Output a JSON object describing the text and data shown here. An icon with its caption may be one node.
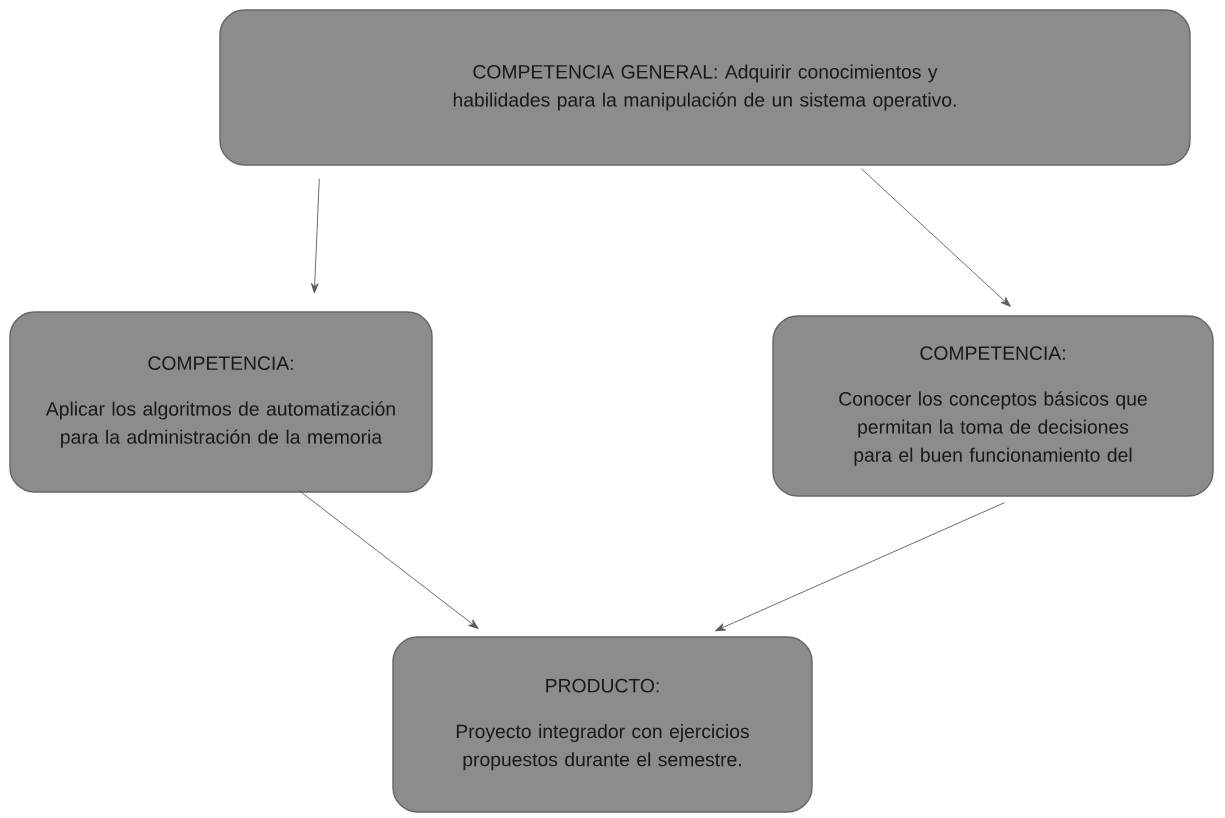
{
  "diagram": {
    "nodes": [
      {
        "text": [
          "COMPETENCIA GENERAL: Adquirir conocimientos y habilidades para la manipulación de un sistema operativo."
        ]
      },
      {
        "text": [
          "COMPETENCIA:",
          "Aplicar los algoritmos de automatización para la administración de la memoria"
        ]
      },
      {
        "text": [
          "COMPETENCIA:",
          "Conocer los conceptos básicos que permitan la toma de decisiones para el buen funcionamiento del"
        ]
      },
      {
        "text": [
          "PRODUCTO:",
          "Proyecto integrador con ejercicios propuestos durante el semestre."
        ]
      }
    ],
    "edges": [
      {
        "from": 0,
        "to": 1,
        "arrow": "to"
      },
      {
        "from": 0,
        "to": 2,
        "arrow": "to"
      },
      {
        "from": 1,
        "to": 3,
        "arrow": "to"
      },
      {
        "from": 2,
        "to": 3,
        "arrow": "to"
      }
    ]
  }
}
